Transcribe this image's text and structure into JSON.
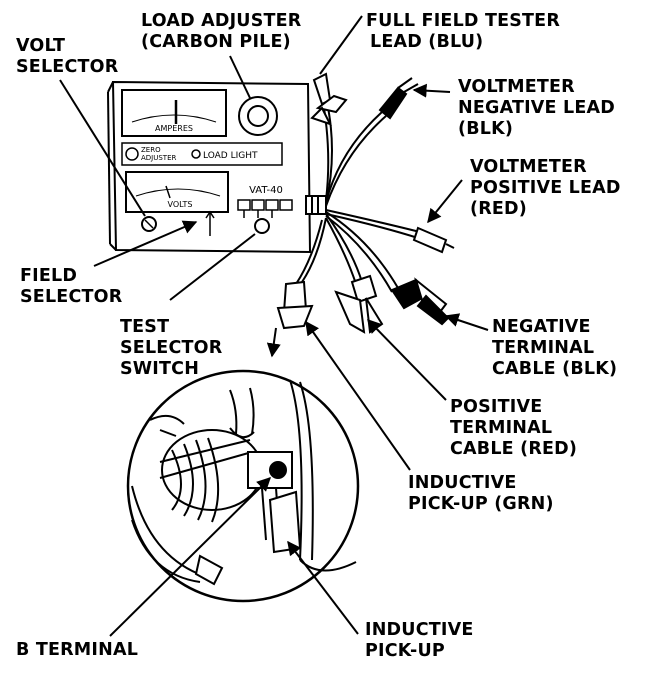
{
  "labels": {
    "load_adjuster": [
      "LOAD ADJUSTER",
      "(CARBON PILE)"
    ],
    "full_field_tester": [
      "FULL FIELD TESTER",
      "LEAD (BLU)"
    ],
    "volt_selector": [
      "VOLT",
      "SELECTOR"
    ],
    "voltmeter_negative": [
      "VOLTMETER",
      "NEGATIVE LEAD",
      "(BLK)"
    ],
    "voltmeter_positive": [
      "VOLTMETER",
      "POSITIVE LEAD",
      "(RED)"
    ],
    "field_selector": [
      "FIELD",
      "SELECTOR"
    ],
    "test_selector": [
      "TEST",
      "SELECTOR",
      "SWITCH"
    ],
    "negative_terminal": [
      "NEGATIVE",
      "TERMINAL",
      "CABLE (BLK)"
    ],
    "positive_terminal": [
      "POSITIVE",
      "TERMINAL",
      "CABLE (RED)"
    ],
    "inductive_pickup_grn": [
      "INDUCTIVE",
      "PICK-UP (GRN)"
    ],
    "b_terminal": [
      "B TERMINAL"
    ],
    "inductive_pickup": [
      "INDUCTIVE",
      "PICK-UP"
    ]
  },
  "panel": {
    "amperes": "AMPERES",
    "zero_adjuster": [
      "ZERO",
      "ADJUSTER"
    ],
    "load_light": "LOAD LIGHT",
    "volts": "VOLTS",
    "model": "VAT-40"
  }
}
